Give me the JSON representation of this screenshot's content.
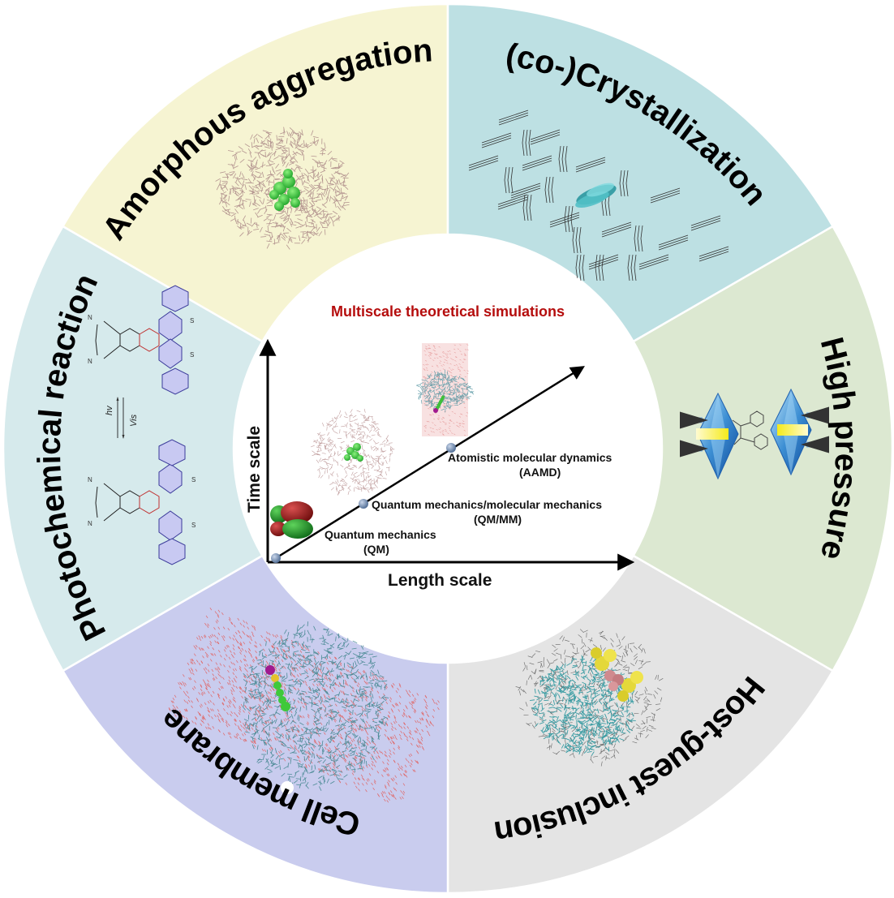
{
  "segments": [
    {
      "id": "amorphous",
      "label": "Amorphous aggregation",
      "color": "#f6f4d2",
      "start_deg": 90,
      "end_deg": 150
    },
    {
      "id": "crystallization",
      "label": "(co-)Crystallization",
      "color": "#bde0e3",
      "start_deg": 30,
      "end_deg": 90
    },
    {
      "id": "high-pressure",
      "label": "High pressure",
      "color": "#dce8d1",
      "start_deg": -30,
      "end_deg": 30
    },
    {
      "id": "host-guest",
      "label": "Host-guest inclusion",
      "color": "#e4e4e4",
      "start_deg": -90,
      "end_deg": -30
    },
    {
      "id": "cell-membrane",
      "label": "Cell membrane",
      "color": "#c9ccee",
      "start_deg": 210,
      "end_deg": 270
    },
    {
      "id": "photochemical",
      "label": "Photochemical reactions",
      "color": "#d6eaec",
      "start_deg": 150,
      "end_deg": 210
    }
  ],
  "center": {
    "title": "Multiscale  theoretical  simulations",
    "title_color": "#b50d0d",
    "y_axis_label": "Time scale",
    "x_axis_label": "Length scale",
    "methods": [
      {
        "name": "Quantum mechanics",
        "abbr": "(QM)"
      },
      {
        "name": "Quantum mechanics/molecular mechanics",
        "abbr": "(QM/MM)"
      },
      {
        "name": "Atomistic molecular  dynamics",
        "abbr": "(AAMD)"
      }
    ]
  },
  "photochemical": {
    "forward_label": "hv",
    "reverse_label": "Vis",
    "atoms": {
      "s": "S",
      "n": "N"
    }
  }
}
